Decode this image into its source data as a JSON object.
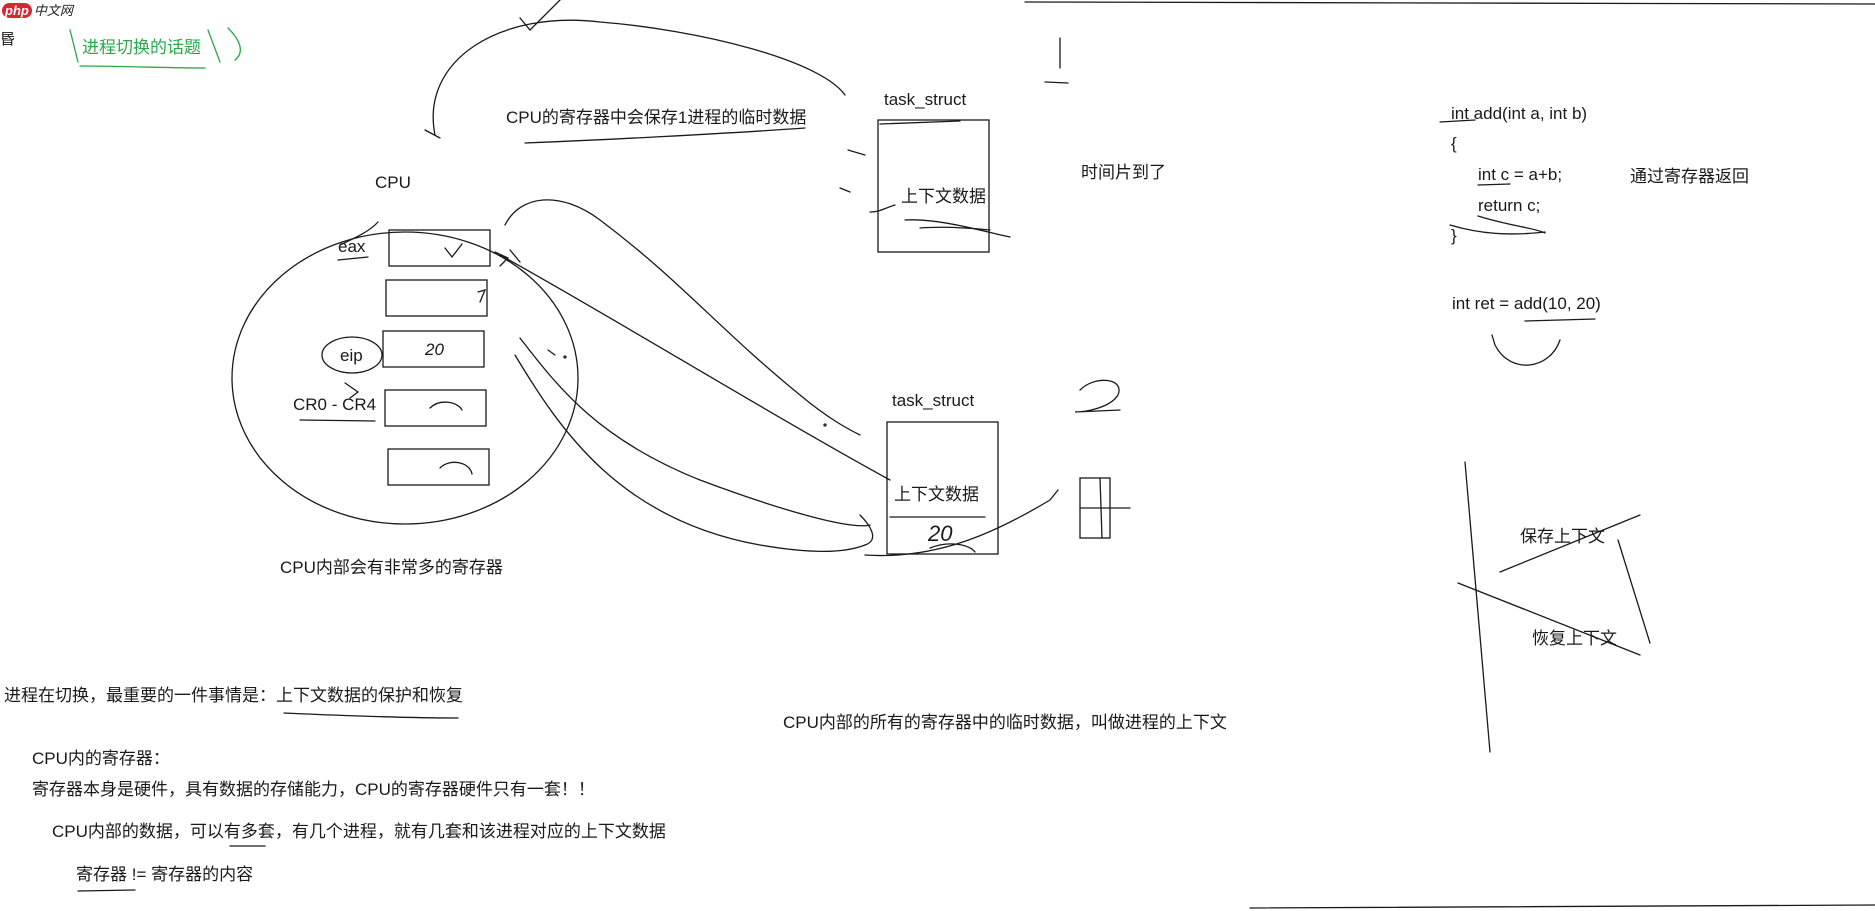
{
  "logo": {
    "php": "php",
    "cn": "中文网"
  },
  "edge_glyph": "昬",
  "topic_title": "进程切换的话题",
  "cpu": {
    "label": "CPU",
    "registers": [
      "eax",
      "eip",
      "CR0 - CR4"
    ],
    "caption": "CPU内部会有非常多的寄存器",
    "reg_marks": [
      "",
      "",
      "20",
      "",
      ""
    ]
  },
  "header_note": "CPU的寄存器中会保存1进程的临时数据",
  "task1": {
    "label": "task_struct",
    "content": "上下文数据"
  },
  "task2": {
    "label": "task_struct",
    "content": "上下文数据",
    "value": "20"
  },
  "time_slice": "时间片到了",
  "mark_2": "2",
  "code": {
    "lines": [
      "int add(int a, int b)",
      "{",
      "int c = a+b;",
      "return c;",
      "}",
      "int ret = add(10, 20)"
    ],
    "note": "通过寄存器返回"
  },
  "save_ctx": "保存上下文",
  "restore_ctx": "恢复上下文",
  "definition": "CPU内部的所有的寄存器中的临时数据，叫做进程的上下文",
  "notes": {
    "main": "进程在切换，最重要的一件事情是：上下文数据的保护和恢复",
    "n1": "CPU内的寄存器：",
    "n2": "寄存器本身是硬件，具有数据的存储能力，CPU的寄存器硬件只有一套！！",
    "n3": "CPU内部的数据，可以有多套，有几个进程，就有几套和该进程对应的上下文数据",
    "n4": "寄存器 !=  寄存器的内容"
  }
}
